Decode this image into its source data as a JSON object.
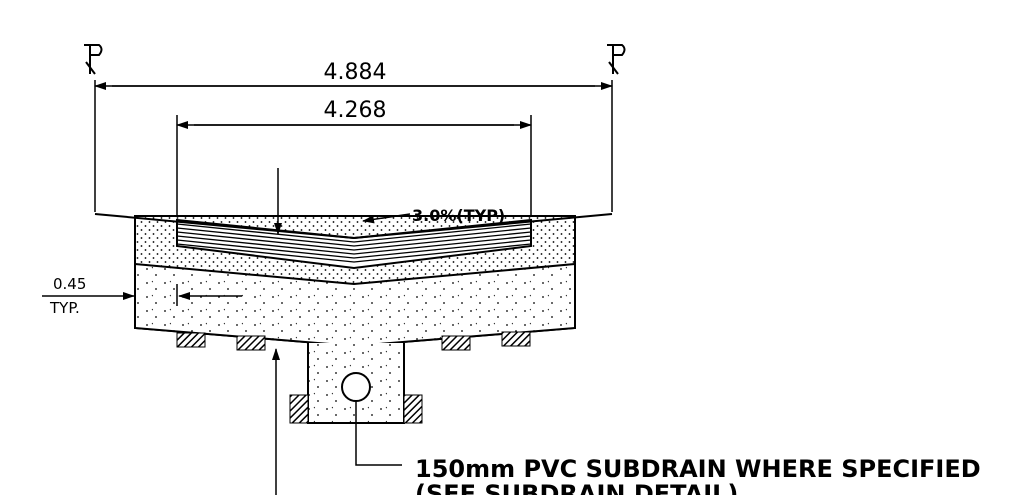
{
  "labels": {
    "pl_left": "PL",
    "pl_right": "PL",
    "dim_outer": "4.884",
    "dim_inner": "4.268",
    "slope": "3.0%(TYP)",
    "offset_value": "0.45",
    "offset_typ": "TYP.",
    "subdrain_line1": "150mm PVC SUBDRAIN WHERE SPECIFIED",
    "subdrain_line2": "(SEE SUBDRAIN DETAIL)"
  },
  "colors": {
    "ink": "#000000",
    "paper": "#ffffff"
  }
}
